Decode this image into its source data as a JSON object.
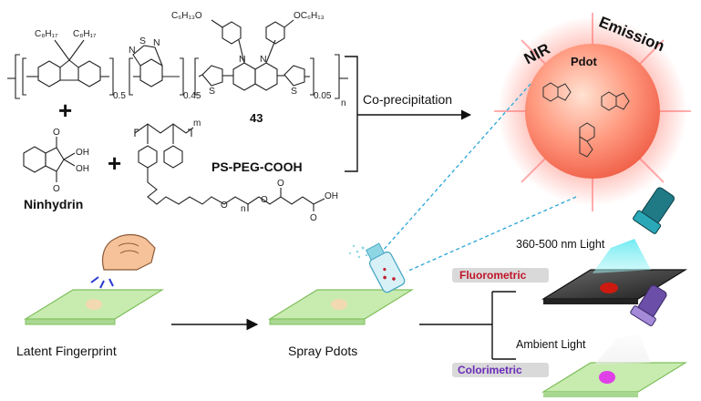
{
  "chemistry": {
    "sub_c8h17_a": "C₈H₁₇",
    "sub_c8h17_b": "C₈H₁₇",
    "sub_oc6h13_left": "C₆H₁₃O",
    "sub_oc6h13_right": "OC₆H₁₃",
    "ratio_1": "0.5",
    "ratio_2": "0.45",
    "ratio_3": "0.05",
    "ratio_n": "n",
    "polymer_number": "43",
    "plus": "+",
    "ninhydrin_label": "Ninhydrin",
    "ps_peg_label": "PS-PEG-COOH",
    "ps_m": "m",
    "peg_n": "n",
    "co_precipitation": "Co-precipitation",
    "oh": "OH",
    "o": "O",
    "n": "N",
    "s": "S"
  },
  "pdot": {
    "nir_label": "NIR",
    "emission_label": "Emission",
    "pdot_label": "Pdot"
  },
  "workflow": {
    "latent_label": "Latent Fingerprint",
    "spray_label": "Spray Pdots",
    "fluorometric_label": "Fluorometric",
    "colorimetric_label": "Colorimetric",
    "uv_light_label": "360-500 nm Light",
    "ambient_light_label": "Ambient Light"
  },
  "colors": {
    "plate_green": "#c8ebb0",
    "glow_red": "#ff5a4a",
    "fluor_red": "#cc1a10",
    "color_magenta": "#e040e8",
    "flashlight_blue": "#1f7a86",
    "flashlight_purple": "#6b4ea8",
    "dashed_line": "#2aa6d8"
  }
}
